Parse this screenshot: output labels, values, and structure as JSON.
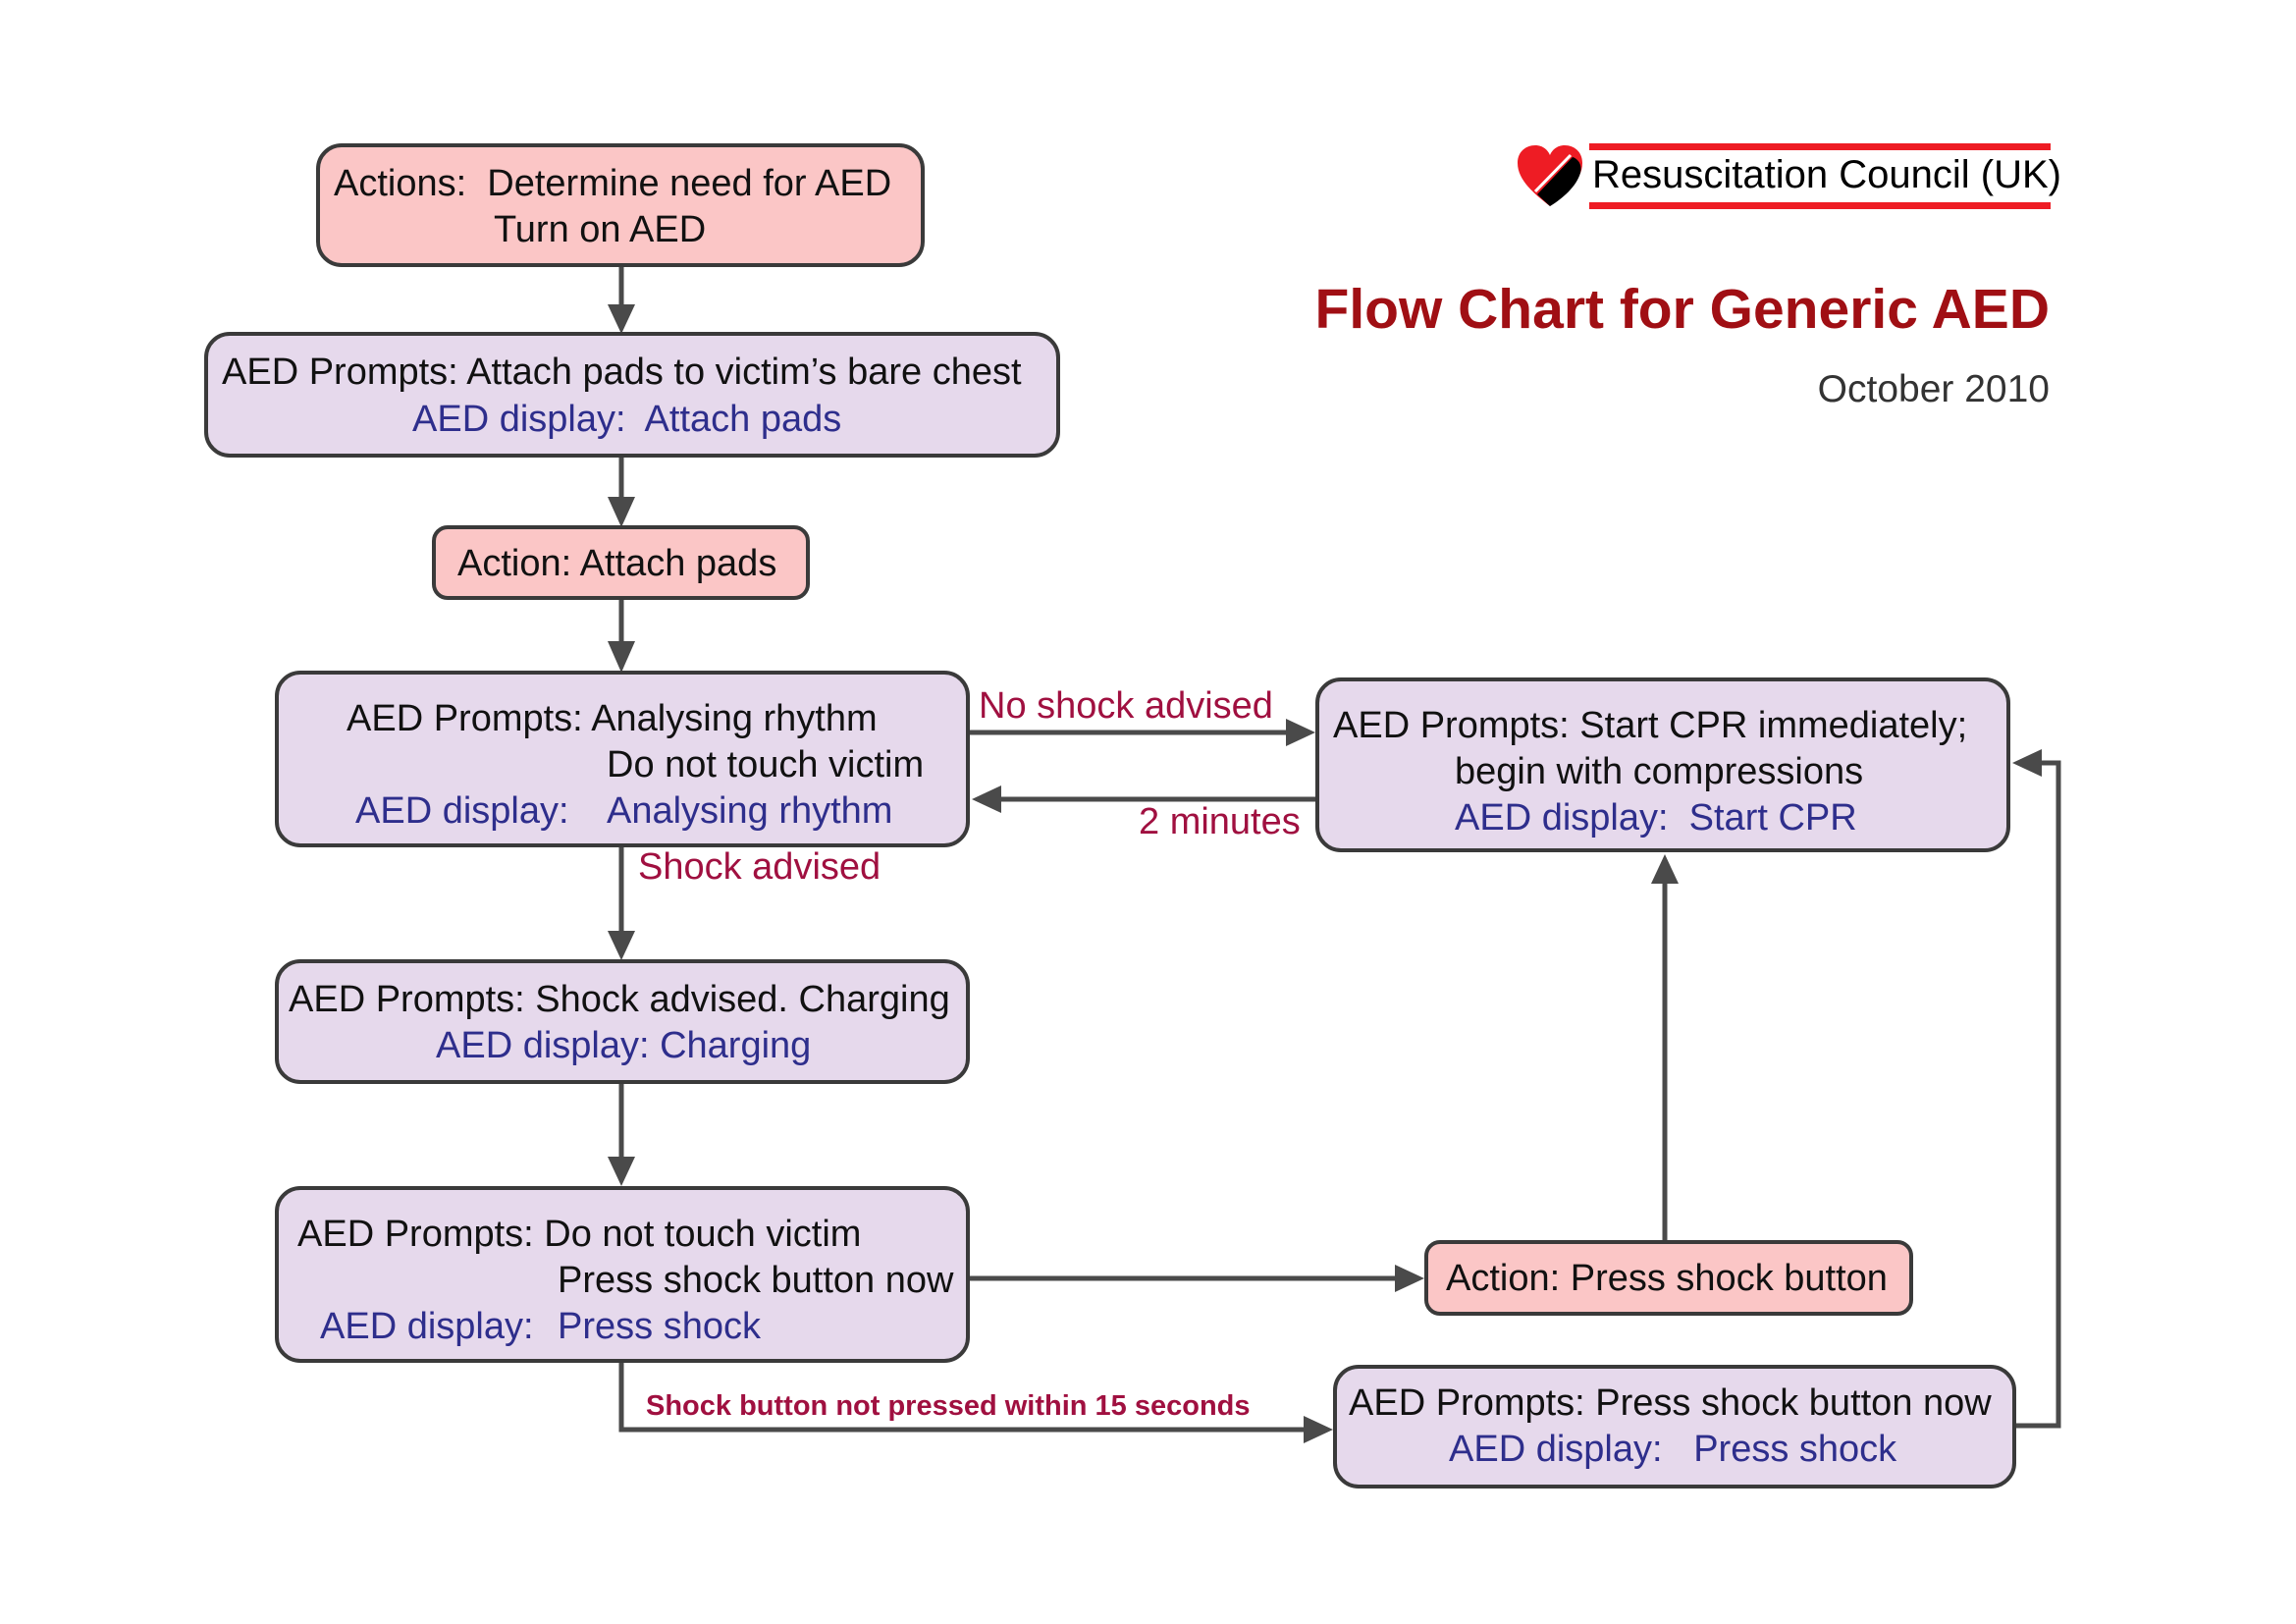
{
  "header": {
    "organization": "Resuscitation Council (UK)",
    "title": "Flow Chart for Generic AED",
    "date": "October 2010",
    "logo_icon": "heart-logo-icon"
  },
  "colors": {
    "action_fill": "#fbc6c6",
    "prompt_fill": "#e6d9ec",
    "display_text": "#2e2e8c",
    "label_text": "#a01040",
    "title_text": "#a00f14",
    "logo_red": "#ee1c24",
    "connector": "#4a4a4a"
  },
  "nodes": {
    "determine": {
      "type": "action",
      "lines": [
        "Actions:  Determine need for AED",
        "Turn on AED"
      ]
    },
    "attach_prompt": {
      "type": "prompt",
      "lines": [
        "AED Prompts: Attach pads to victim’s bare chest"
      ],
      "display": "AED display:  Attach pads"
    },
    "attach_action": {
      "type": "action",
      "lines": [
        "Action: Attach pads"
      ]
    },
    "analysing": {
      "type": "prompt",
      "lines": [
        "AED Prompts: Analysing rhythm",
        "Do not touch victim"
      ],
      "display_label": "AED display:",
      "display_value": "Analysing rhythm"
    },
    "cpr": {
      "type": "prompt",
      "lines": [
        "AED Prompts: Start CPR immediately;",
        "begin with compressions"
      ],
      "display": "AED display:  Start CPR"
    },
    "charging": {
      "type": "prompt",
      "lines": [
        "AED Prompts: Shock advised. Charging"
      ],
      "display": "AED display: Charging"
    },
    "press_prompt": {
      "type": "prompt",
      "lines": [
        "AED Prompts: Do not touch victim",
        "Press shock button now"
      ],
      "display_label": "AED display:",
      "display_value": "Press shock"
    },
    "press_action": {
      "type": "action",
      "lines": [
        "Action: Press shock button"
      ]
    },
    "press_reminder": {
      "type": "prompt",
      "lines": [
        "AED Prompts: Press shock button now"
      ],
      "display": "AED display:   Press shock"
    }
  },
  "edge_labels": {
    "no_shock": "No shock advised",
    "two_minutes": "2 minutes",
    "shock_advised": "Shock advised",
    "not_pressed": "Shock button not pressed within 15 seconds"
  }
}
